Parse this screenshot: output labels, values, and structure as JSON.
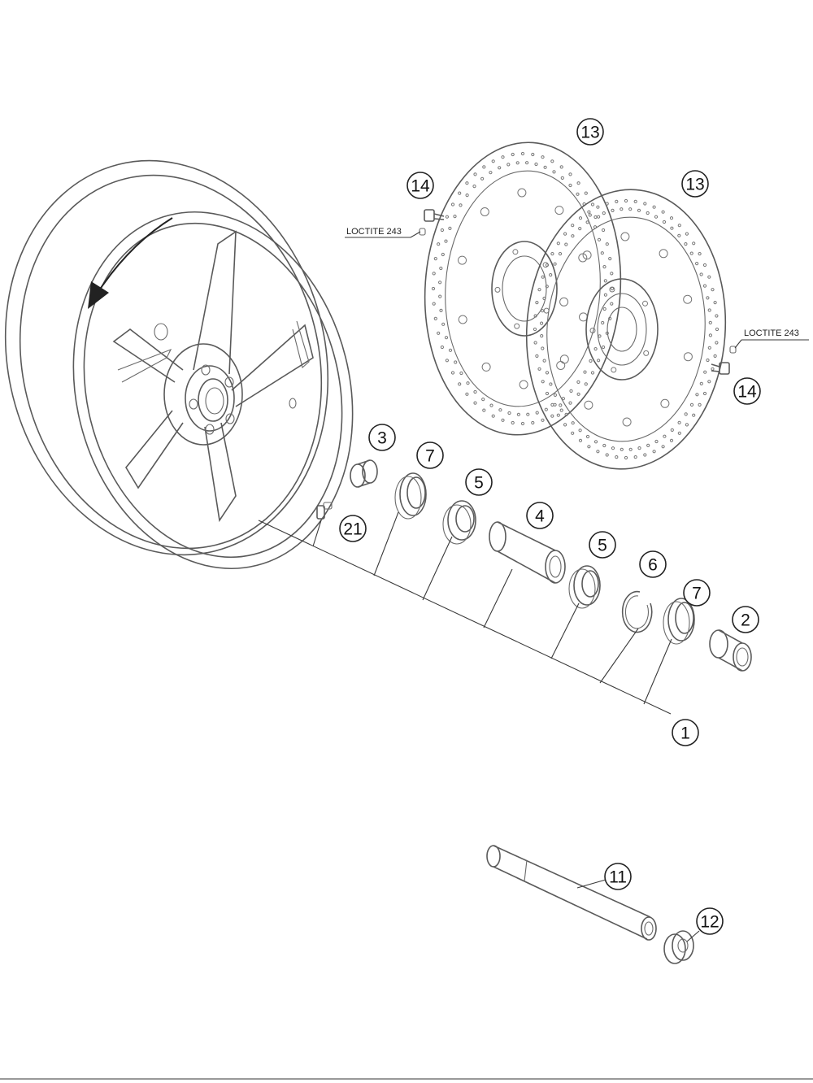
{
  "callouts": [
    {
      "id": "p13a",
      "label": "13"
    },
    {
      "id": "p13b",
      "label": "13"
    },
    {
      "id": "p14a",
      "label": "14"
    },
    {
      "id": "p14b",
      "label": "14"
    },
    {
      "id": "p3",
      "label": "3"
    },
    {
      "id": "p7a",
      "label": "7"
    },
    {
      "id": "p5a",
      "label": "5"
    },
    {
      "id": "p4",
      "label": "4"
    },
    {
      "id": "p5b",
      "label": "5"
    },
    {
      "id": "p6",
      "label": "6"
    },
    {
      "id": "p7b",
      "label": "7"
    },
    {
      "id": "p2",
      "label": "2"
    },
    {
      "id": "p1",
      "label": "1"
    },
    {
      "id": "p21",
      "label": "21"
    },
    {
      "id": "p11",
      "label": "11"
    },
    {
      "id": "p12",
      "label": "12"
    }
  ],
  "notes": {
    "loctite_left": "LOCTITE 243",
    "loctite_right": "LOCTITE 243"
  }
}
